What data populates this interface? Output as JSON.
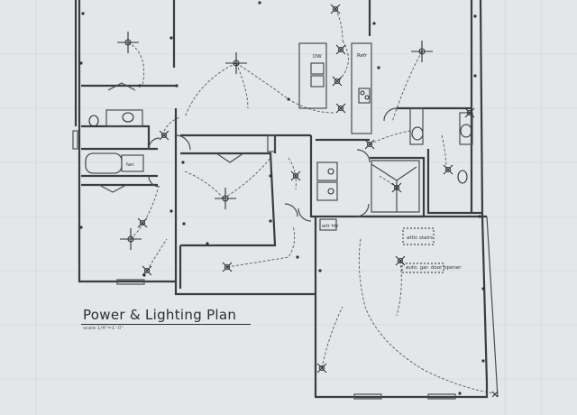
{
  "plan": {
    "title": "Power & Lighting Plan",
    "scale_note": "scale 1/4\"=1'-0\""
  },
  "labels": {
    "dw": "DW",
    "refr": "Refr",
    "fan": "fan",
    "wh": "wtr htr",
    "attic": "attic stairs",
    "garage_opener": "auto. gar. door opener"
  }
}
